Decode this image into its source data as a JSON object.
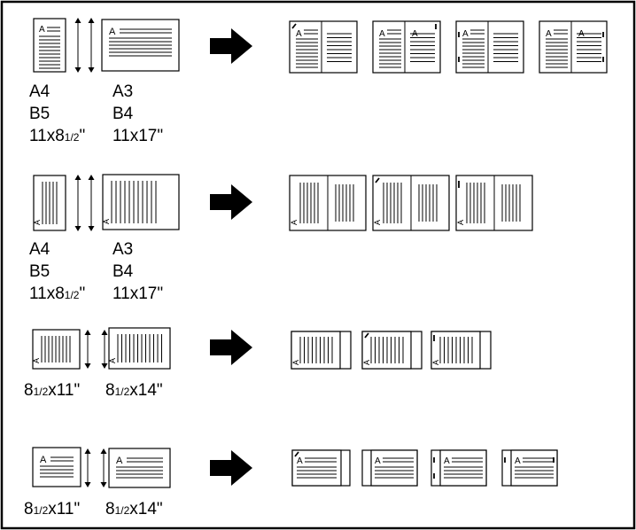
{
  "figure": {
    "row1": {
      "left_sizes": [
        "A4",
        "B5"
      ],
      "left_fraction": {
        "whole": "11x8",
        "frac": "1/2",
        "suffix": "\""
      },
      "right_sizes": [
        "A3",
        "B4"
      ],
      "right_text": "11x17\""
    },
    "row2": {
      "left_sizes": [
        "A4",
        "B5"
      ],
      "left_fraction": {
        "whole": "11x8",
        "frac": "1/2",
        "suffix": "\""
      },
      "right_sizes": [
        "A3",
        "B4"
      ],
      "right_text": "11x17\""
    },
    "row3": {
      "left": {
        "whole": "8",
        "frac": "1/2",
        "rest": "x11\""
      },
      "right": {
        "whole": "8",
        "frac": "1/2",
        "rest": "x14\""
      }
    },
    "row4": {
      "left": {
        "whole": "8",
        "frac": "1/2",
        "rest": "x11\""
      },
      "right": {
        "whole": "8",
        "frac": "1/2",
        "rest": "x14\""
      }
    },
    "page_letter": "A",
    "colors": {
      "stroke": "#000000",
      "paper": "#ffffff",
      "arrow": "#000000"
    }
  }
}
